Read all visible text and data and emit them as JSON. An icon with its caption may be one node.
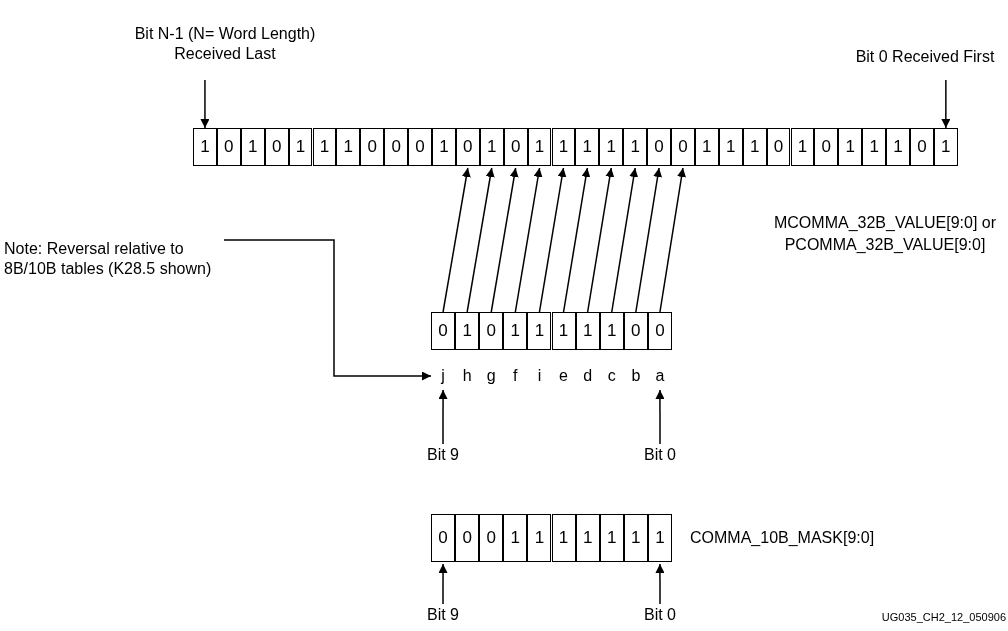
{
  "diagram": {
    "nodes": [
      {
        "text": [
          "Bit N-1 (N= Word Length) Received Last"
        ]
      },
      {
        "text": [
          "Bit 0 Received First"
        ]
      },
      {
        "text": [
          "1"
        ]
      },
      {
        "text": [
          "0"
        ]
      },
      {
        "text": [
          "1"
        ]
      },
      {
        "text": [
          "0"
        ]
      },
      {
        "text": [
          "1"
        ]
      },
      {
        "text": [
          "1"
        ]
      },
      {
        "text": [
          "1"
        ]
      },
      {
        "text": [
          "0"
        ]
      },
      {
        "text": [
          "0"
        ]
      },
      {
        "text": [
          "0"
        ]
      },
      {
        "text": [
          "1"
        ]
      },
      {
        "text": [
          "0"
        ]
      },
      {
        "text": [
          "1"
        ]
      },
      {
        "text": [
          "0"
        ]
      },
      {
        "text": [
          "1"
        ]
      },
      {
        "text": [
          "1"
        ]
      },
      {
        "text": [
          "1"
        ]
      },
      {
        "text": [
          "1"
        ]
      },
      {
        "text": [
          "1"
        ]
      },
      {
        "text": [
          "0"
        ]
      },
      {
        "text": [
          "0"
        ]
      },
      {
        "text": [
          "1"
        ]
      },
      {
        "text": [
          "1"
        ]
      },
      {
        "text": [
          "1"
        ]
      },
      {
        "text": [
          "0"
        ]
      },
      {
        "text": [
          "1"
        ]
      },
      {
        "text": [
          "0"
        ]
      },
      {
        "text": [
          "1"
        ]
      },
      {
        "text": [
          "1"
        ]
      },
      {
        "text": [
          "1"
        ]
      },
      {
        "text": [
          "0"
        ]
      },
      {
        "text": [
          "1"
        ]
      },
      {
        "text": [
          "Note: Reversal relative to 8B/10B tables (K28.5 shown)"
        ]
      },
      {
        "text": [
          "0"
        ]
      },
      {
        "text": [
          "1"
        ]
      },
      {
        "text": [
          "0"
        ]
      },
      {
        "text": [
          "1"
        ]
      },
      {
        "text": [
          "1"
        ]
      },
      {
        "text": [
          "1"
        ]
      },
      {
        "text": [
          "1"
        ]
      },
      {
        "text": [
          "1"
        ]
      },
      {
        "text": [
          "0"
        ]
      },
      {
        "text": [
          "0"
        ]
      },
      {
        "text": [
          "j"
        ]
      },
      {
        "text": [
          "h"
        ]
      },
      {
        "text": [
          "g"
        ]
      },
      {
        "text": [
          "f"
        ]
      },
      {
        "text": [
          "i"
        ]
      },
      {
        "text": [
          "e"
        ]
      },
      {
        "text": [
          "d"
        ]
      },
      {
        "text": [
          "c"
        ]
      },
      {
        "text": [
          "b"
        ]
      },
      {
        "text": [
          "a"
        ]
      },
      {
        "text": [
          "Bit 9"
        ]
      },
      {
        "text": [
          "Bit 0"
        ]
      },
      {
        "text": [
          "0"
        ]
      },
      {
        "text": [
          "0"
        ]
      },
      {
        "text": [
          "0"
        ]
      },
      {
        "text": [
          "1"
        ]
      },
      {
        "text": [
          "1"
        ]
      },
      {
        "text": [
          "1"
        ]
      },
      {
        "text": [
          "1"
        ]
      },
      {
        "text": [
          "1"
        ]
      },
      {
        "text": [
          "1"
        ]
      },
      {
        "text": [
          "1"
        ]
      },
      {
        "text": [
          "Bit 9"
        ]
      },
      {
        "text": [
          "Bit 0"
        ]
      }
    ],
    "edges": [
      {
        "from": 0,
        "to": 2,
        "arrow": "to"
      },
      {
        "from": 1,
        "to": 33,
        "arrow": "to"
      },
      {
        "from": 35,
        "to": 13,
        "arrow": "to"
      },
      {
        "from": 36,
        "to": 14,
        "arrow": "to"
      },
      {
        "from": 37,
        "to": 15,
        "arrow": "to"
      },
      {
        "from": 38,
        "to": 16,
        "arrow": "to"
      },
      {
        "from": 39,
        "to": 17,
        "arrow": "to"
      },
      {
        "from": 40,
        "to": 18,
        "arrow": "to"
      },
      {
        "from": 41,
        "to": 19,
        "arrow": "to"
      },
      {
        "from": 42,
        "to": 20,
        "arrow": "to"
      },
      {
        "from": 43,
        "to": 21,
        "arrow": "to"
      },
      {
        "from": 44,
        "to": 22,
        "arrow": "to"
      },
      {
        "from": 34,
        "to": 45,
        "arrow": "to"
      },
      {
        "from": 55,
        "to": 45,
        "arrow": "to"
      },
      {
        "from": 56,
        "to": 54,
        "arrow": "to"
      },
      {
        "from": 67,
        "to": 57,
        "arrow": "to"
      },
      {
        "from": 68,
        "to": 66,
        "arrow": "to"
      }
    ],
    "labels": [
      "MCOMMA_32B_VALUE[9:0] or PCOMMA_32B_VALUE[9:0]",
      "COMMA_10B_MASK[9:0]",
      "UG035_CH2_12_050906"
    ]
  }
}
